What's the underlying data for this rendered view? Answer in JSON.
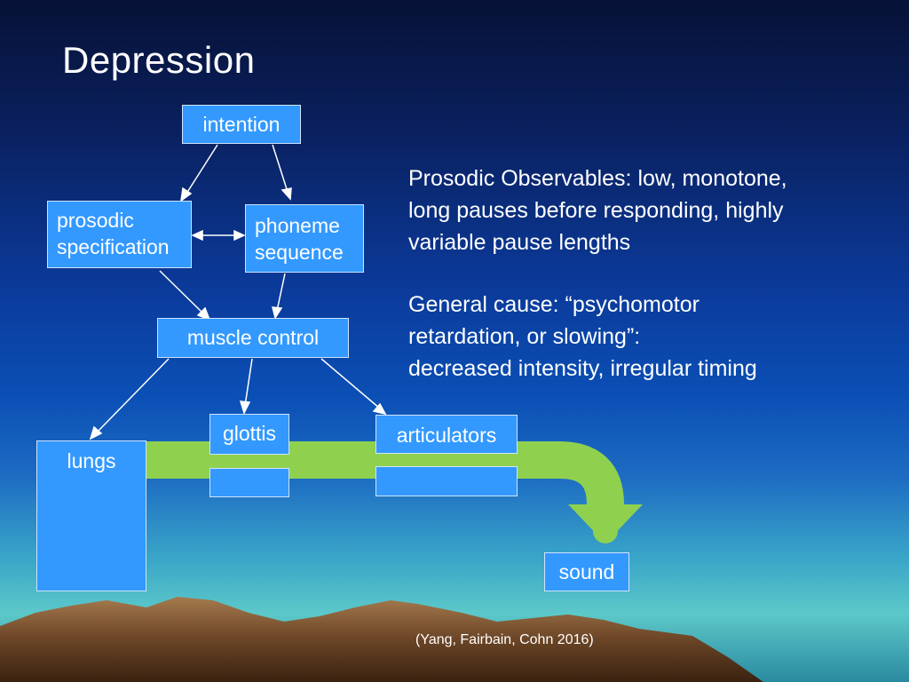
{
  "title": "Depression",
  "nodes": {
    "intention": "intention",
    "prosodic_specification": [
      "prosodic",
      "specification"
    ],
    "phoneme_sequence": [
      "phoneme",
      "sequence"
    ],
    "muscle_control": "muscle control",
    "glottis": "glottis",
    "articulators": "articulators",
    "lungs": "lungs",
    "sound": "sound"
  },
  "observables": [
    "Prosodic Observables:  low, monotone,",
    "long pauses before responding, highly",
    "variable pause lengths"
  ],
  "general_cause": [
    "General cause: “psychomotor",
    "retardation, or slowing”:",
    "decreased intensity, irregular timing"
  ],
  "citation": "(Yang, Fairbain, Cohn 2016)",
  "colors": {
    "box": "#3399ff",
    "airflow": "#8fd14f",
    "mountain": "#7a5230"
  }
}
